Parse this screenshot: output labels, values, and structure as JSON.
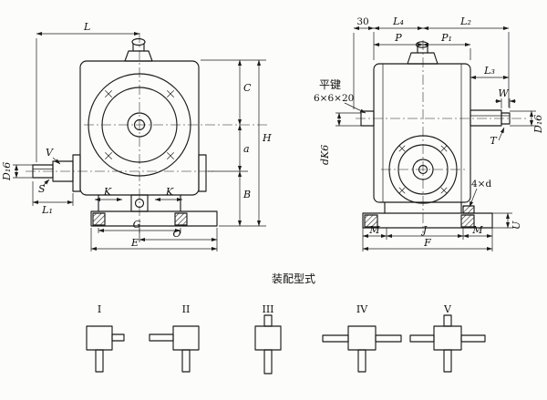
{
  "drawing": {
    "background": "#fcfcfa",
    "line_color": "#1b1b1b"
  },
  "front_view": {
    "dims": {
      "L": "L",
      "C": "C",
      "a": "a",
      "B": "B",
      "H": "H",
      "V": "V",
      "S": "S",
      "D1": "D₁6",
      "L1": "L₁",
      "K_left": "K",
      "K_right": "K",
      "G": "G",
      "O": "O",
      "E": "E"
    }
  },
  "side_view": {
    "dims": {
      "n30": "30",
      "L4": "L₄",
      "L2": "L₂",
      "P": "P",
      "P1": "P₁",
      "L3": "L₃",
      "W": "W",
      "T": "T",
      "dK6": "dK6",
      "D16": "D₁6",
      "bolt": "4×d",
      "U": "U",
      "M_left": "M",
      "J": "J",
      "M_right": "M",
      "F": "F"
    },
    "key_note": {
      "line1": "平键",
      "line2": "6×6×20"
    }
  },
  "assembly": {
    "title": "装配型式",
    "types": [
      {
        "label": "I"
      },
      {
        "label": "II"
      },
      {
        "label": "III"
      },
      {
        "label": "IV"
      },
      {
        "label": "V"
      }
    ]
  }
}
